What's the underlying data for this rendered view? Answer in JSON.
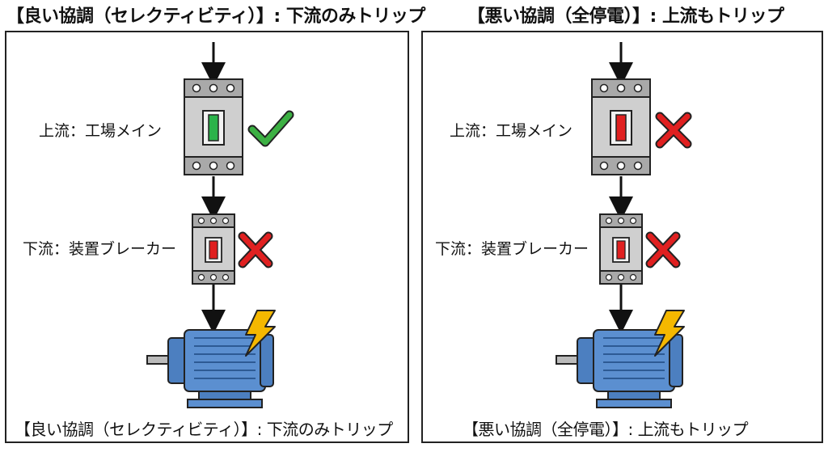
{
  "left": {
    "heading": "【良い協調（セレクティビティ）】: 下流のみトリップ",
    "upstream_label": "上流：工場メイン",
    "downstream_label": "下流：装置ブレーカー",
    "caption": "【良い協調（セレクティビティ）】: 下流のみトリップ",
    "upstream_status": "check-icon",
    "downstream_status": "cross-icon",
    "upstream_handle_color": "#2bb34a"
  },
  "right": {
    "heading": "【悪い協調（全停電）】: 上流もトリップ",
    "upstream_label": "上流：工場メイン",
    "downstream_label": "下流：装置ブレーカー",
    "caption": "【悪い協調（全停電）】: 上流もトリップ",
    "upstream_status": "cross-icon",
    "downstream_status": "cross-icon",
    "upstream_handle_color": "#e02020"
  },
  "colors": {
    "check": "#3cb043",
    "cross": "#e02020",
    "breaker_body": "#cfcfcf",
    "motor": "#5b8fd0",
    "bolt": "#f5b800"
  }
}
